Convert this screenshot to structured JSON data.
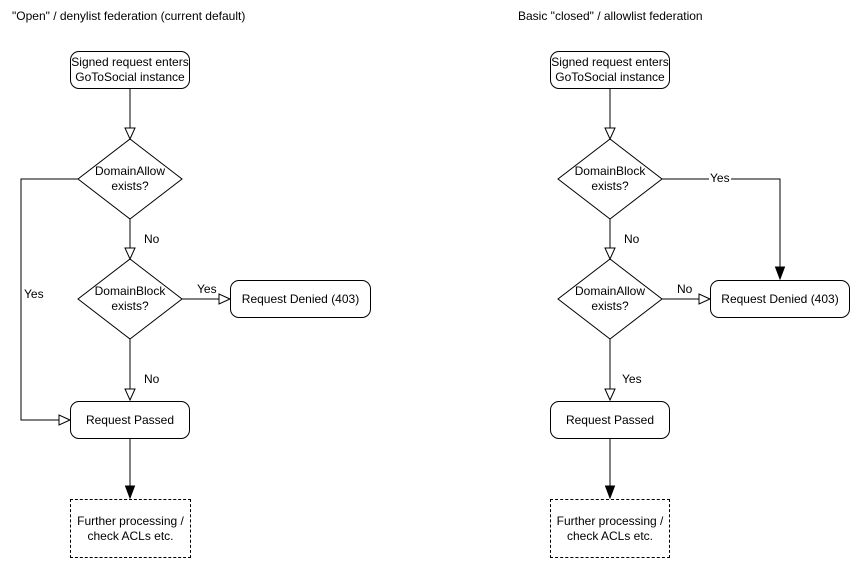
{
  "colors": {
    "stroke": "#000000",
    "shape_fill": "#ffffff",
    "text": "#000000",
    "background": "#ffffff"
  },
  "left_chart": {
    "title": "\"Open\" / denylist federation (current default)",
    "start": {
      "line1": "Signed request enters",
      "line2": "GoToSocial instance"
    },
    "decision1": {
      "line1": "DomainAllow",
      "line2": "exists?"
    },
    "decision2": {
      "line1": "DomainBlock",
      "line2": "exists?"
    },
    "denied": "Request Denied (403)",
    "passed": "Request Passed",
    "further": {
      "line1": "Further processing /",
      "line2": "check ACLs etc."
    },
    "labels": {
      "decision1_no": "No",
      "decision1_yes": "Yes",
      "decision2_yes": "Yes",
      "decision2_no": "No"
    }
  },
  "right_chart": {
    "title": "Basic \"closed\" / allowlist federation",
    "start": {
      "line1": "Signed request enters",
      "line2": "GoToSocial instance"
    },
    "decision1": {
      "line1": "DomainBlock",
      "line2": "exists?"
    },
    "decision2": {
      "line1": "DomainAllow",
      "line2": "exists?"
    },
    "denied": "Request Denied (403)",
    "passed": "Request Passed",
    "further": {
      "line1": "Further processing /",
      "line2": "check ACLs etc."
    },
    "labels": {
      "decision1_yes": "Yes",
      "decision1_no": "No",
      "decision2_no": "No",
      "decision2_yes": "Yes"
    }
  }
}
